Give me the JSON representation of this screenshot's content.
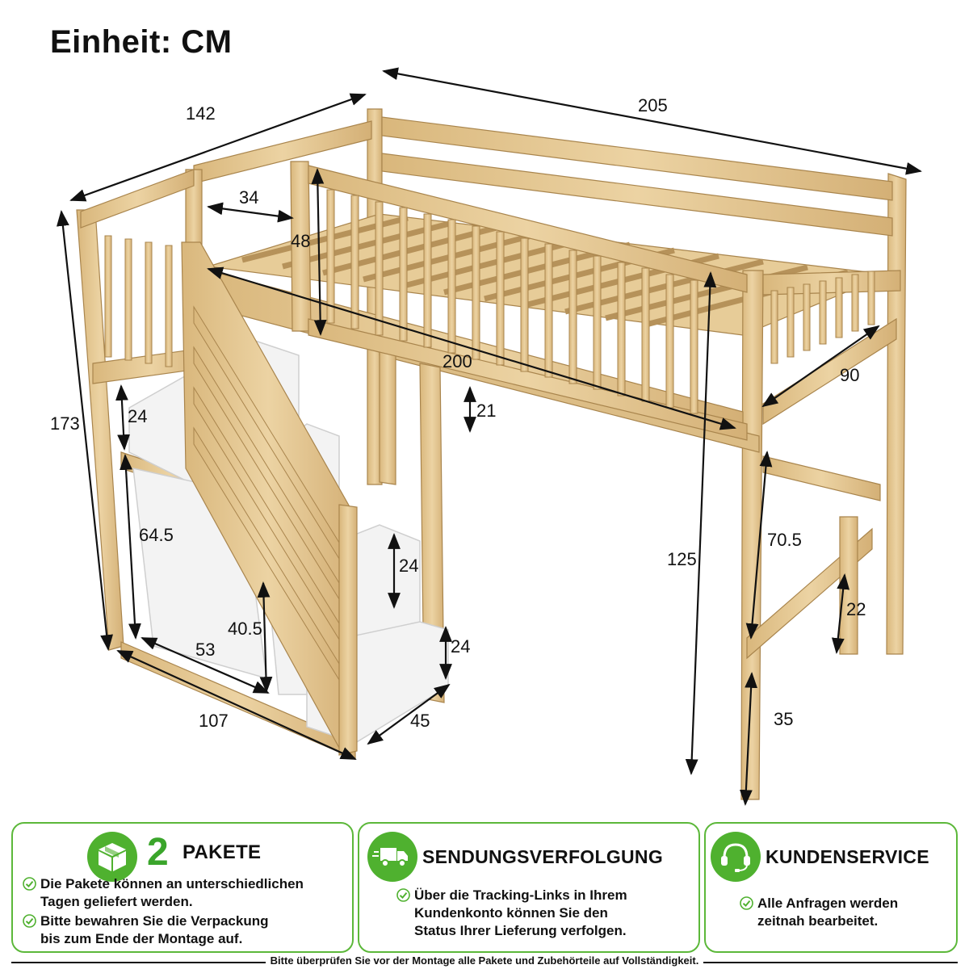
{
  "unit_label": "Einheit: CM",
  "dimensions": {
    "d142": "142",
    "d205": "205",
    "d34": "34",
    "d48": "48",
    "d173": "173",
    "d200": "200",
    "d90": "90",
    "d24a": "24",
    "d21": "21",
    "d64_5": "64.5",
    "d125": "125",
    "d70_5": "70.5",
    "d24b": "24",
    "d22": "22",
    "d40_5": "40.5",
    "d53": "53",
    "d24c": "24",
    "d107": "107",
    "d45": "45",
    "d35": "35"
  },
  "panels": {
    "packages": {
      "icon": "package-box-icon",
      "number": "2",
      "title": "PAKETE",
      "bullets": [
        [
          "Die Pakete können an unterschiedlichen",
          "Tagen geliefert werden."
        ],
        [
          "Bitte bewahren Sie die Verpackung",
          "bis zum Ende der Montage auf."
        ]
      ]
    },
    "tracking": {
      "icon": "delivery-truck-icon",
      "title": "SENDUNGSVERFOLGUNG",
      "bullets": [
        [
          "Über die Tracking-Links in Ihrem",
          "Kundenkonto können Sie den",
          "Status Ihrer Lieferung verfolgen."
        ]
      ]
    },
    "service": {
      "icon": "headset-icon",
      "title": "KUNDENSERVICE",
      "bullets": [
        [
          "Alle Anfragen werden",
          "zeitnah bearbeitet."
        ]
      ]
    }
  },
  "footer_note": "Bitte überprüfen Sie vor der Montage alle Pakete und Zubehörteile auf Vollständigkeit.",
  "colors": {
    "accent_green": "#4fb12f",
    "panel_border": "#5cb83a",
    "wood": "#e2c48f",
    "wood_dark": "#b8955a",
    "white_parts": "#f3f3f3"
  }
}
